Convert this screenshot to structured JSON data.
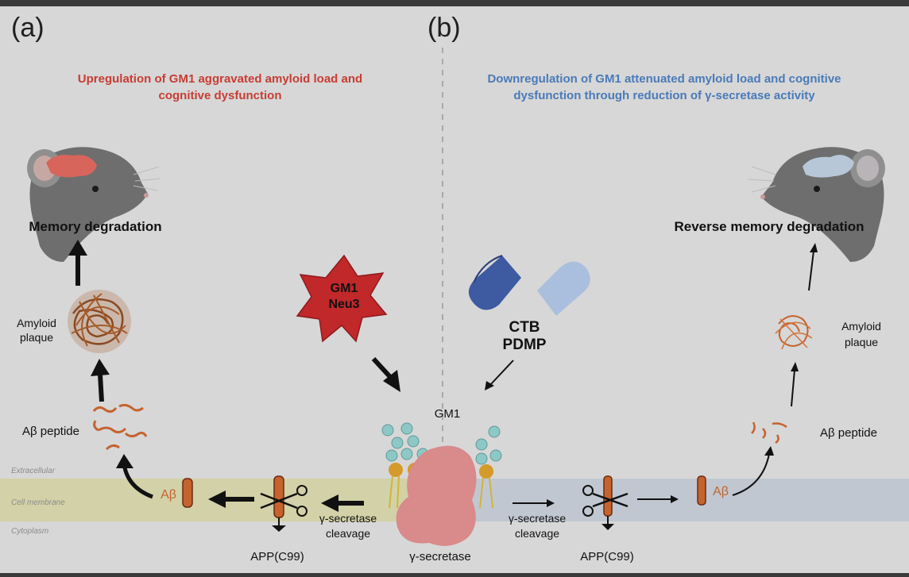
{
  "panels": {
    "a": {
      "label": "(a)",
      "title_line1": "Upregulation of GM1 aggravated amyloid load and",
      "title_line2": "cognitive dysfunction",
      "outcome": "Memory degradation",
      "plaque_line1": "Amyloid",
      "plaque_line2": "plaque",
      "peptide": "Aβ peptide",
      "ab_label": "Aβ",
      "cleavage_line1": "γ-secretase",
      "cleavage_line2": "cleavage",
      "app": "APP(C99)",
      "star_line1": "GM1",
      "star_line2": "Neu3"
    },
    "b": {
      "label": "(b)",
      "title_line1": "Downregulation of GM1 attenuated amyloid load and cognitive",
      "title_line2": "dysfunction through reduction of γ-secretase activity",
      "outcome": "Reverse memory degradation",
      "plaque_line1": "Amyloid",
      "plaque_line2": "plaque",
      "peptide": "Aβ peptide",
      "ab_label": "Aβ",
      "cleavage_line1": "γ-secretase",
      "cleavage_line2": "cleavage",
      "app": "APP(C99)",
      "drug_line1": "CTB",
      "drug_line2": "PDMP"
    }
  },
  "center": {
    "gm1": "GM1",
    "enzyme": "γ-secretase"
  },
  "layers": {
    "extracellular": "Extracellular",
    "membrane": "Cell membrane",
    "cytoplasm": "Cytoplasm"
  },
  "colors": {
    "background": "#d7d7d7",
    "membrane_left": "#d2d1a7",
    "membrane_right": "#c1c7d1",
    "title_a": "#c83c34",
    "title_b": "#4a7ab8",
    "brain_a": "#d8655c",
    "brain_b": "#b8c7d8",
    "star": "#c0282a",
    "capsule_dark": "#3e5aa0",
    "capsule_light": "#a9bfdd",
    "ab_bar": "#c5632e",
    "fibril": "#a65b2a",
    "gm1_head": "#8ec8c6",
    "lipid_head": "#d49a2a",
    "enzyme": "#d98a8a"
  }
}
